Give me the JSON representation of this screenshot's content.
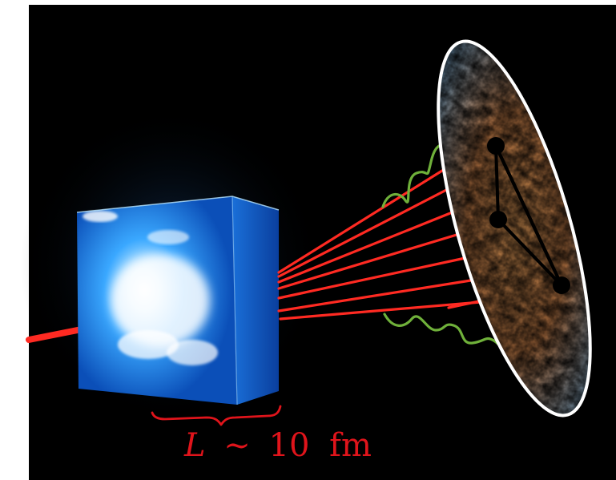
{
  "scale_label": {
    "symbol": "L",
    "relation": "∼",
    "value": "10",
    "unit": "fm"
  },
  "colors": {
    "background": "#000000",
    "page": "#ffffff",
    "cube_core": "#e9f6ff",
    "cube_body": "#2a8ef0",
    "laser": "#ff2a22",
    "wavy_lines": "#6fb03a",
    "ellipse_border": "#ffffff",
    "triangle": "#000000",
    "label": "#e0141b"
  },
  "icons": {
    "cube": "glowing-cube-icon",
    "sky_map": "cmb-sky-map-icon",
    "brace": "curly-brace-icon"
  }
}
